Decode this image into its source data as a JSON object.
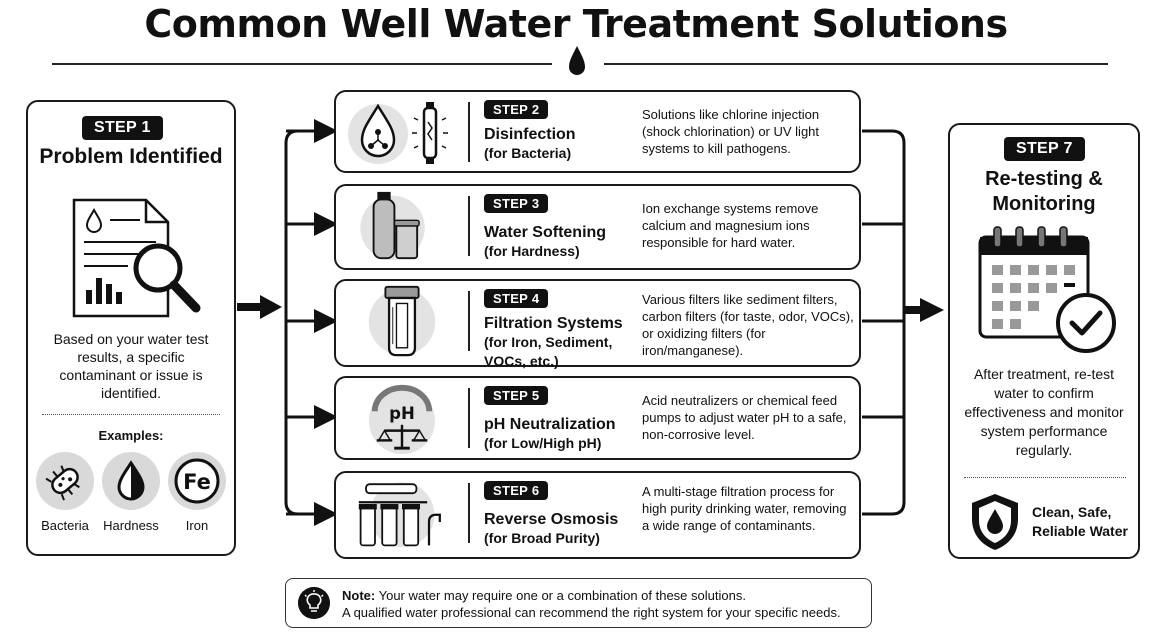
{
  "title": "Common Well Water Treatment Solutions",
  "step1": {
    "badge": "STEP 1",
    "title": "Problem Identified",
    "description": "Based on your water test results, a specific contaminant or issue is identified.",
    "examples_label": "Examples:",
    "examples": [
      {
        "label": "Bacteria",
        "icon": "bacteria-icon"
      },
      {
        "label": "Hardness",
        "icon": "drop-half-icon"
      },
      {
        "label": "Iron",
        "icon": "Fe"
      }
    ]
  },
  "steps": [
    {
      "badge": "STEP 2",
      "title": "Disinfection",
      "subtitle": "(for Bacteria)",
      "description": "Solutions like chlorine injection (shock chlorination) or UV light systems to kill pathogens.",
      "icon": "uv-disinfection-icon"
    },
    {
      "badge": "STEP 3",
      "title": "Water Softening",
      "subtitle": "(for Hardness)",
      "description": "Ion exchange systems remove calcium and magnesium ions responsible for hard water.",
      "icon": "water-softener-icon"
    },
    {
      "badge": "STEP 4",
      "title": "Filtration Systems",
      "subtitle": "(for Iron, Sediment, VOCs, etc.)",
      "description": "Various filters like sediment filters, carbon filters (for taste, odor, VOCs), or oxidizing filters (for iron/manganese).",
      "icon": "filter-housing-icon"
    },
    {
      "badge": "STEP 5",
      "title": "pH Neutralization",
      "subtitle": "(for Low/High pH)",
      "description": "Acid neutralizers or chemical feed pumps to adjust water pH to a safe, non-corrosive level.",
      "icon": "ph-gauge-icon",
      "icon_text": "pH"
    },
    {
      "badge": "STEP 6",
      "title": "Reverse Osmosis",
      "subtitle": "(for Broad Purity)",
      "description": "A multi-stage filtration process for high purity drinking water, removing a wide range of contaminants.",
      "icon": "reverse-osmosis-icon"
    }
  ],
  "step7": {
    "badge": "STEP 7",
    "title": "Re-testing & Monitoring",
    "description": "After treatment, re-test water to confirm effectiveness and monitor system performance regularly.",
    "result": "Clean, Safe, Reliable Water"
  },
  "note": {
    "label": "Note:",
    "line1": "Your water may require one or a combination of these solutions.",
    "line2": "A qualified water professional can recommend the right system for your specific needs."
  }
}
